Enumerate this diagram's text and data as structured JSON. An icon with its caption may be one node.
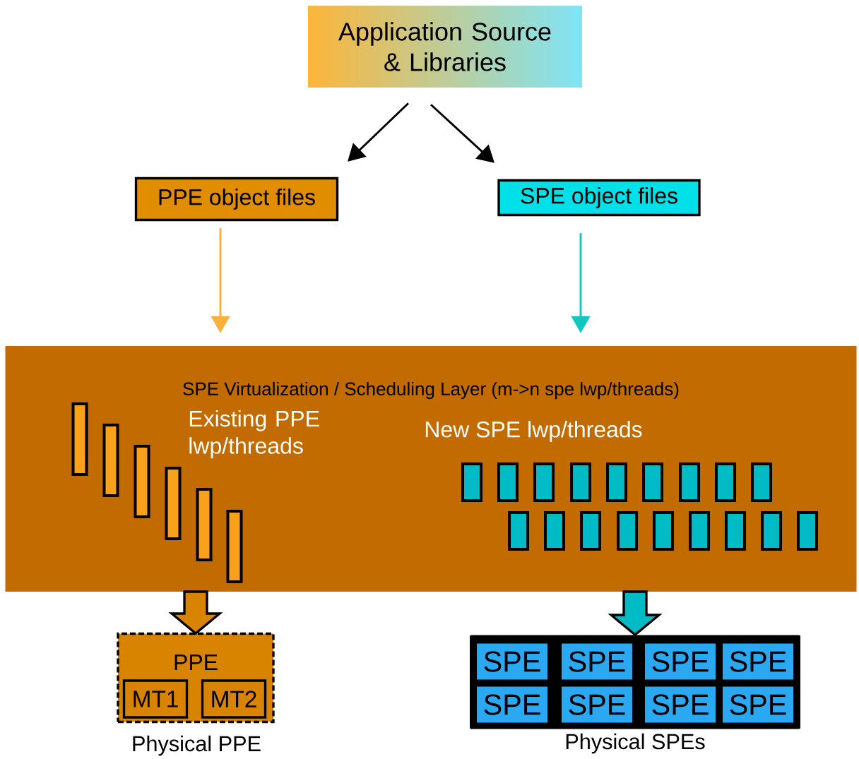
{
  "diagram": {
    "nodes": [
      {
        "text": [
          "Application Source & Libraries"
        ]
      },
      {
        "text": [
          "PPE object files"
        ]
      },
      {
        "text": [
          "SPE object files"
        ]
      },
      {
        "text": [
          "SPE Virtualization / Scheduling Layer (m->n spe lwp/threads)",
          "Existing PPE lwp/threads",
          "New SPE lwp/threads"
        ]
      },
      {
        "text": [],
        "shape": "bar",
        "in": 3
      },
      {
        "text": [],
        "shape": "bar",
        "in": 3
      },
      {
        "text": [],
        "shape": "bar",
        "in": 3
      },
      {
        "text": [],
        "shape": "bar",
        "in": 3
      },
      {
        "text": [],
        "shape": "bar",
        "in": 3
      },
      {
        "text": [],
        "shape": "bar",
        "in": 3
      },
      {
        "text": [],
        "shape": "bar",
        "in": 3
      },
      {
        "text": [],
        "shape": "bar",
        "in": 3
      },
      {
        "text": [],
        "shape": "bar",
        "in": 3
      },
      {
        "text": [],
        "shape": "bar",
        "in": 3
      },
      {
        "text": [],
        "shape": "bar",
        "in": 3
      },
      {
        "text": [],
        "shape": "bar",
        "in": 3
      },
      {
        "text": [],
        "shape": "bar",
        "in": 3
      },
      {
        "text": [],
        "shape": "bar",
        "in": 3
      },
      {
        "text": [],
        "shape": "bar",
        "in": 3
      },
      {
        "text": [],
        "shape": "bar",
        "in": 3
      },
      {
        "text": [],
        "shape": "bar",
        "in": 3
      },
      {
        "text": [],
        "shape": "bar",
        "in": 3
      },
      {
        "text": [],
        "shape": "bar",
        "in": 3
      },
      {
        "text": [],
        "shape": "bar",
        "in": 3
      },
      {
        "text": [],
        "shape": "bar",
        "in": 3
      },
      {
        "text": [],
        "shape": "bar",
        "in": 3
      },
      {
        "text": [],
        "shape": "bar",
        "in": 3
      },
      {
        "text": [],
        "shape": "bar",
        "in": 3
      },
      {
        "text": [
          "PPE"
        ],
        "beside": [
          "Physical PPE"
        ]
      },
      {
        "text": [
          "MT1"
        ],
        "in": 28
      },
      {
        "text": [
          "MT2"
        ],
        "in": 28
      },
      {
        "text": [],
        "shape": "box",
        "beside": [
          "Physical SPEs"
        ]
      },
      {
        "text": [
          "SPE"
        ],
        "in": 31
      },
      {
        "text": [
          "SPE"
        ],
        "in": 31
      },
      {
        "text": [
          "SPE"
        ],
        "in": 31
      },
      {
        "text": [
          "SPE"
        ],
        "in": 31
      },
      {
        "text": [
          "SPE"
        ],
        "in": 31
      },
      {
        "text": [
          "SPE"
        ],
        "in": 31
      },
      {
        "text": [
          "SPE"
        ],
        "in": 31
      },
      {
        "text": [
          "SPE"
        ],
        "in": 31
      }
    ],
    "edges": [
      {
        "from": 0,
        "to": 1,
        "arrow": "to"
      },
      {
        "from": 0,
        "to": 2,
        "arrow": "to"
      },
      {
        "from": 1,
        "to": 3,
        "arrow": "to",
        "color": "#fbb13c"
      },
      {
        "from": 2,
        "to": 3,
        "arrow": "to",
        "color": "#10c8c0"
      },
      {
        "from": 3,
        "to": 28,
        "arrow": "to",
        "style": "thick",
        "color": "#d98400"
      },
      {
        "from": 3,
        "to": 31,
        "arrow": "to",
        "style": "thick",
        "color": "#00bac6"
      }
    ]
  }
}
